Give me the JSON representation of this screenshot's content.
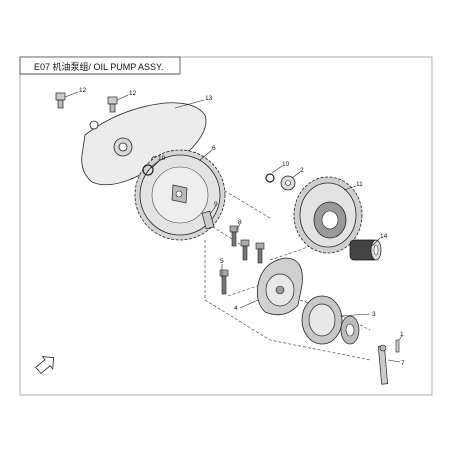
{
  "header": {
    "title": "E07 机油泵组/ OIL PUMP ASSY."
  },
  "callouts": {
    "c12a": "12",
    "c12b": "12",
    "c13": "13",
    "c6": "6",
    "c10a": "10",
    "c10b": "10",
    "c2": "2",
    "c11": "11",
    "c9": "9",
    "c8": "8",
    "c14": "14",
    "c5": "5",
    "c4": "4",
    "c3": "3",
    "c1": "1",
    "c7": "7"
  },
  "colors": {
    "line": "#222222",
    "metal": "#d8d8d8",
    "dark": "#555555",
    "border": "#999999"
  },
  "icons": {
    "front_arrow": "front-direction-arrow-icon"
  }
}
